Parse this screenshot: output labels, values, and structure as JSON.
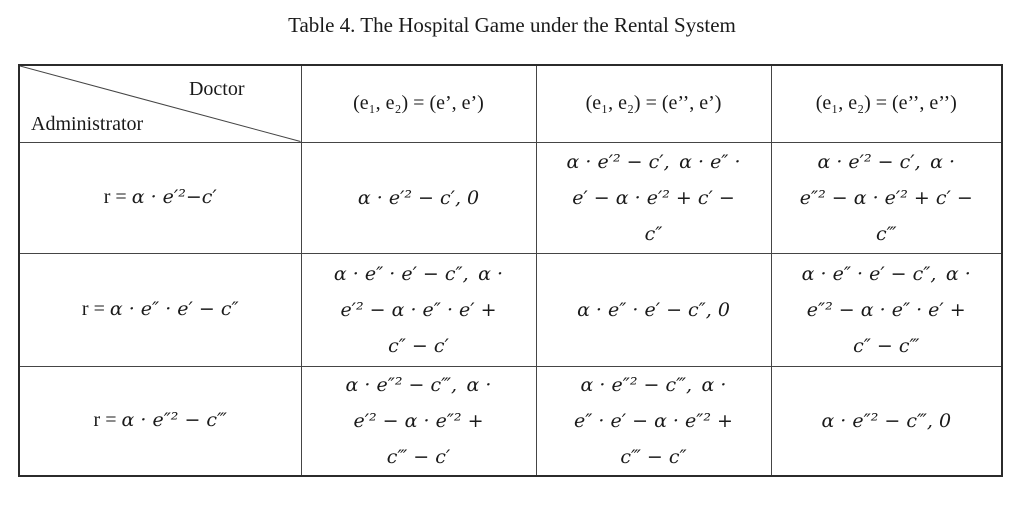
{
  "title": "Table 4. The Hospital Game under the Rental System",
  "colors": {
    "background": "#ffffff",
    "text": "#1a1a1a",
    "border_outer": "#2b2b2b",
    "border_inner": "#454545"
  },
  "table": {
    "corner": {
      "doctor": "Doctor",
      "administrator": "Administrator"
    },
    "col_headers": [
      "(e₁, e₂) = (e’, e’)",
      "(e₁, e₂) = (e’’, e’)",
      "(e₁, e₂) = (e’’, e’’)"
    ],
    "rows": [
      {
        "prefix": "r = ",
        "formula": "α · e′²−c′",
        "cells": [
          "α · e′² − c′, 0",
          "α · e′² − c′, α · e″ ·\ne′ − α · e′² + c′ −\nc″",
          "α · e′² − c′, α ·\ne″² − α · e′² + c′ −\nc‴"
        ]
      },
      {
        "prefix": "r = ",
        "formula": "α · e″ · e′ − c″",
        "cells": [
          "α · e″ · e′ − c″, α ·\ne′² − α · e″ · e′ +\nc″ − c′",
          "α · e″ · e′ − c″, 0",
          "α · e″ · e′ − c″, α ·\ne″² − α · e″ · e′ +\nc″ − c‴"
        ]
      },
      {
        "prefix": "r = ",
        "formula": "α · e″² − c‴",
        "cells": [
          "α · e″² − c‴, α ·\ne′² − α · e″² +\nc‴ − c′",
          "α · e″² − c‴, α ·\ne″ · e′ − α · e″² +\nc‴ − c″",
          "α · e″² − c‴, 0"
        ]
      }
    ]
  }
}
